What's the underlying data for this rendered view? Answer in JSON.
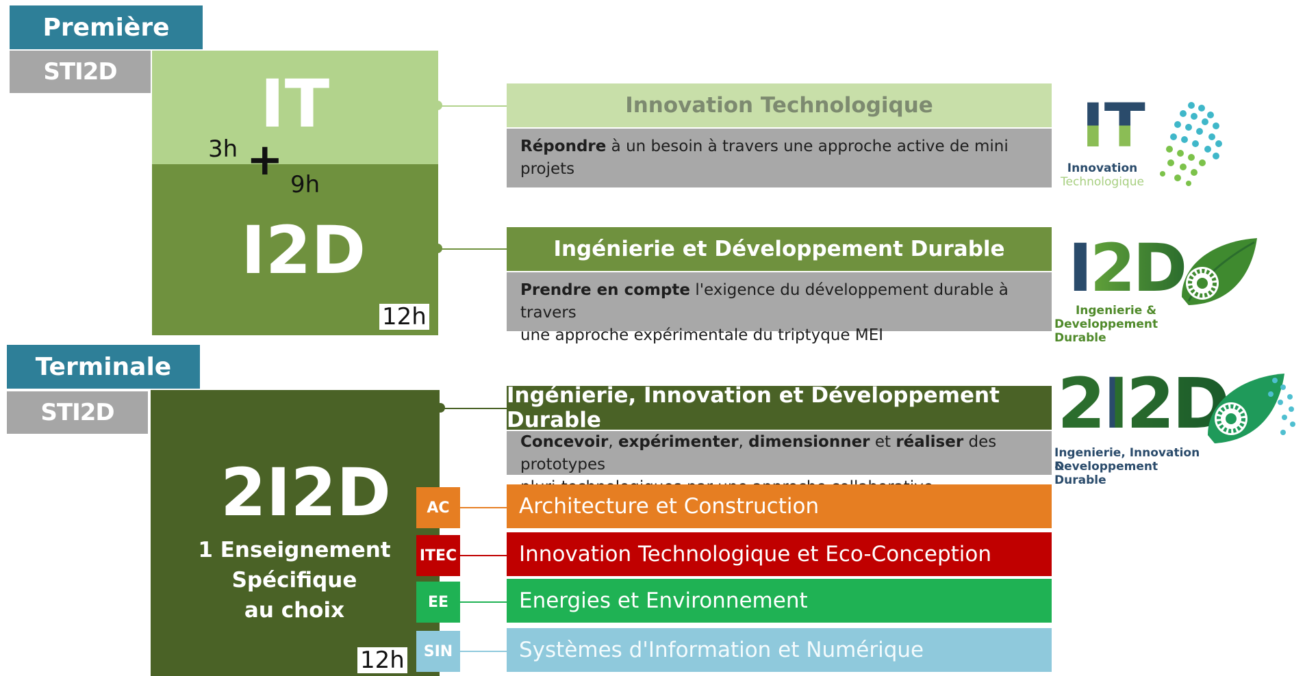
{
  "premiere": {
    "level": "Première",
    "series": "STI2D",
    "it_label": "IT",
    "it_hours": "3h",
    "i2d_hours": "9h",
    "plus": "+",
    "i2d_label": "I2D",
    "total_hours": "12h"
  },
  "terminale": {
    "level": "Terminale",
    "series": "STI2D",
    "label": "2I2D",
    "subtitle_1": "1 Enseignement",
    "subtitle_2": "Spécifique",
    "subtitle_3": "au choix",
    "total_hours": "12h"
  },
  "blocks": {
    "it": {
      "title": "Innovation Technologique",
      "desc_bold": "Répondre",
      "desc_rest": " à un besoin à travers une approche active de mini projets"
    },
    "i2d": {
      "title": "Ingénierie et Développement Durable",
      "desc_bold": "Prendre en compte",
      "desc_rest_1": " l'exigence du développement durable à travers",
      "desc_rest_2": "une approche expérimentale du triptyque MEI"
    },
    "i2i2d": {
      "title": "Ingénierie, Innovation et Développement Durable",
      "desc_b1": "Concevoir",
      "desc_s1": ", ",
      "desc_b2": "expérimenter",
      "desc_s2": ", ",
      "desc_b3": "dimensionner",
      "desc_s3": " et ",
      "desc_b4": "réaliser",
      "desc_s4": " des prototypes",
      "desc_line2": "pluri-technologiques par une approche collaborative"
    }
  },
  "specialties": [
    {
      "tag": "AC",
      "label": "Architecture et Construction",
      "color": "#e67e22"
    },
    {
      "tag": "ITEC",
      "label": "Innovation Technologique et Eco-Conception",
      "color": "#c00000"
    },
    {
      "tag": "EE",
      "label": "Energies et Environnement",
      "color": "#1fb254"
    },
    {
      "tag": "SIN",
      "label": "Systèmes d'Information et Numérique",
      "color": "#8fc9dc"
    }
  ],
  "logos": {
    "it": {
      "big": "IT",
      "line1": "Innovation",
      "line2": "Technologique"
    },
    "i2d": {
      "big": "I2D",
      "line1": "Ingenierie &",
      "line2": "Developpement Durable"
    },
    "i2i2d": {
      "big": "2I2D",
      "line1": "Ingenierie, Innovation &",
      "line2": "Developpement Durable"
    }
  },
  "colors": {
    "teal": "#2e7f98",
    "gray": "#a6a6a6",
    "light_green": "#b2d38c",
    "mid_green": "#6f913e",
    "dark_green": "#4a6226"
  }
}
